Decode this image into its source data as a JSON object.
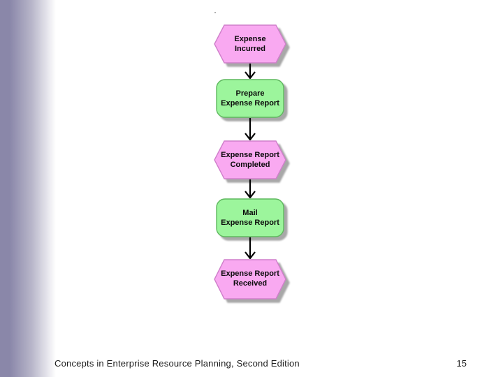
{
  "slide": {
    "footer_text": "Concepts in Enterprise Resource Planning, Second Edition",
    "page_number": "15"
  },
  "colors": {
    "sidebar_purple": "#8a87a9",
    "event_fill": "#f9a9f1",
    "event_border": "#cf7fca",
    "function_fill": "#9cf59c",
    "function_border": "#5fb85f",
    "shadow_gray": "#a8a8a8",
    "arrow_black": "#000000"
  },
  "flow": {
    "diagram_type": "EPC expense-report process flowchart",
    "nodes": [
      {
        "type": "event",
        "shape": "hexagon",
        "label": "Expense\nIncurred"
      },
      {
        "type": "function",
        "shape": "rounded-rectangle",
        "label": "Prepare\nExpense Report"
      },
      {
        "type": "event",
        "shape": "hexagon",
        "label": "Expense Report\nCompleted"
      },
      {
        "type": "function",
        "shape": "rounded-rectangle",
        "label": "Mail\nExpense Report"
      },
      {
        "type": "event",
        "shape": "hexagon",
        "label": "Expense Report\nReceived"
      }
    ],
    "connectors": [
      "down-arrow",
      "down-arrow",
      "down-arrow",
      "down-arrow"
    ]
  }
}
